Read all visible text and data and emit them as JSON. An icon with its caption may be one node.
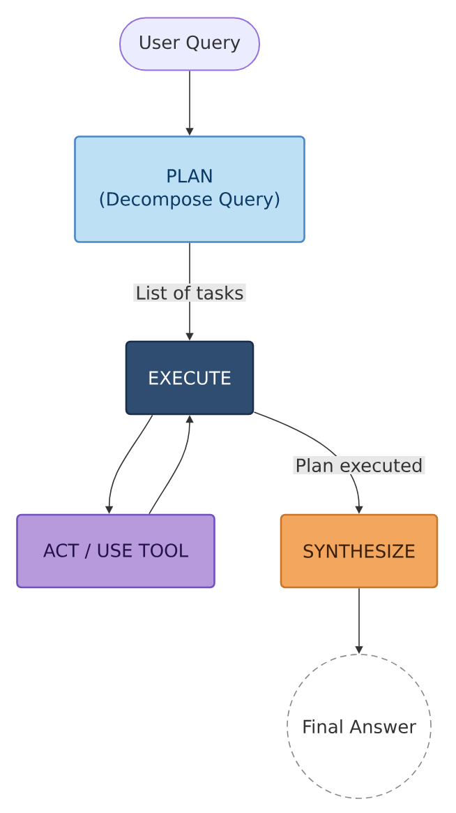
{
  "diagram": {
    "nodes": [
      {
        "text": [
          "User Query"
        ]
      },
      {
        "text": [
          "PLAN",
          "(Decompose Query)"
        ]
      },
      {
        "text": [
          "EXECUTE"
        ]
      },
      {
        "text": [
          "ACT / USE TOOL"
        ]
      },
      {
        "text": [
          "SYNTHESIZE"
        ]
      },
      {
        "text": [
          "Final Answer"
        ]
      }
    ],
    "edges": [
      {
        "from": 0,
        "to": 1,
        "arrow": "to"
      },
      {
        "from": 1,
        "to": 2,
        "arrow": "to",
        "label": "List of tasks"
      },
      {
        "from": 2,
        "to": 3,
        "arrow": "to"
      },
      {
        "from": 3,
        "to": 2,
        "arrow": "to"
      },
      {
        "from": 2,
        "to": 4,
        "arrow": "to",
        "label": "Plan executed"
      },
      {
        "from": 4,
        "to": 5,
        "arrow": "to"
      }
    ]
  }
}
